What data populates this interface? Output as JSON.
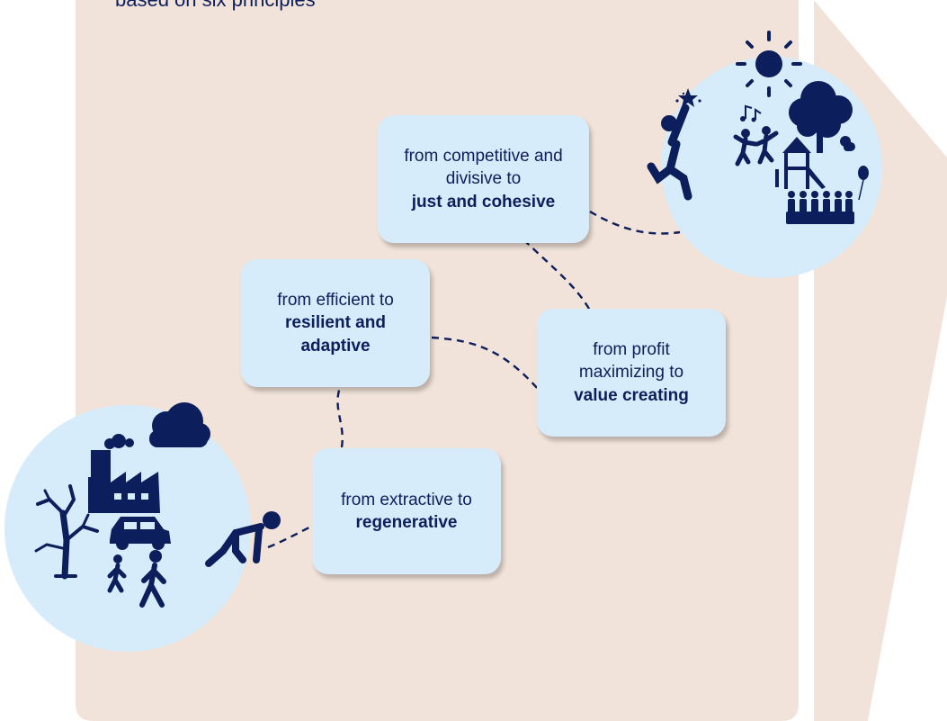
{
  "caption": "based on six principles",
  "colors": {
    "panel": "#f1e3d9",
    "box": "#d7ecfa",
    "circle": "#d7ecfa",
    "ink": "#0d1e5c"
  },
  "boxes": {
    "regenerative": {
      "pre": "from extractive to",
      "bold": "regenerative"
    },
    "resilient": {
      "pre": "from efficient to",
      "bold": "resilient and adaptive"
    },
    "value": {
      "pre": "from profit maximizing to",
      "bold": "value creating"
    },
    "just": {
      "pre": "from competitive and divisive to",
      "bold": "just and cohesive"
    }
  },
  "icons": {
    "start_scene": [
      "cloud-icon",
      "factory-icon",
      "dead-tree-icon",
      "car-icon",
      "walking-people-icon",
      "crawling-person-icon"
    ],
    "end_scene": [
      "sun-icon",
      "tree-icon",
      "playground-icon",
      "squirrel-icon",
      "dancing-people-icon",
      "music-note-icon",
      "group-of-people-icon",
      "balloon-icon",
      "jumping-person-icon",
      "stars-icon"
    ]
  }
}
